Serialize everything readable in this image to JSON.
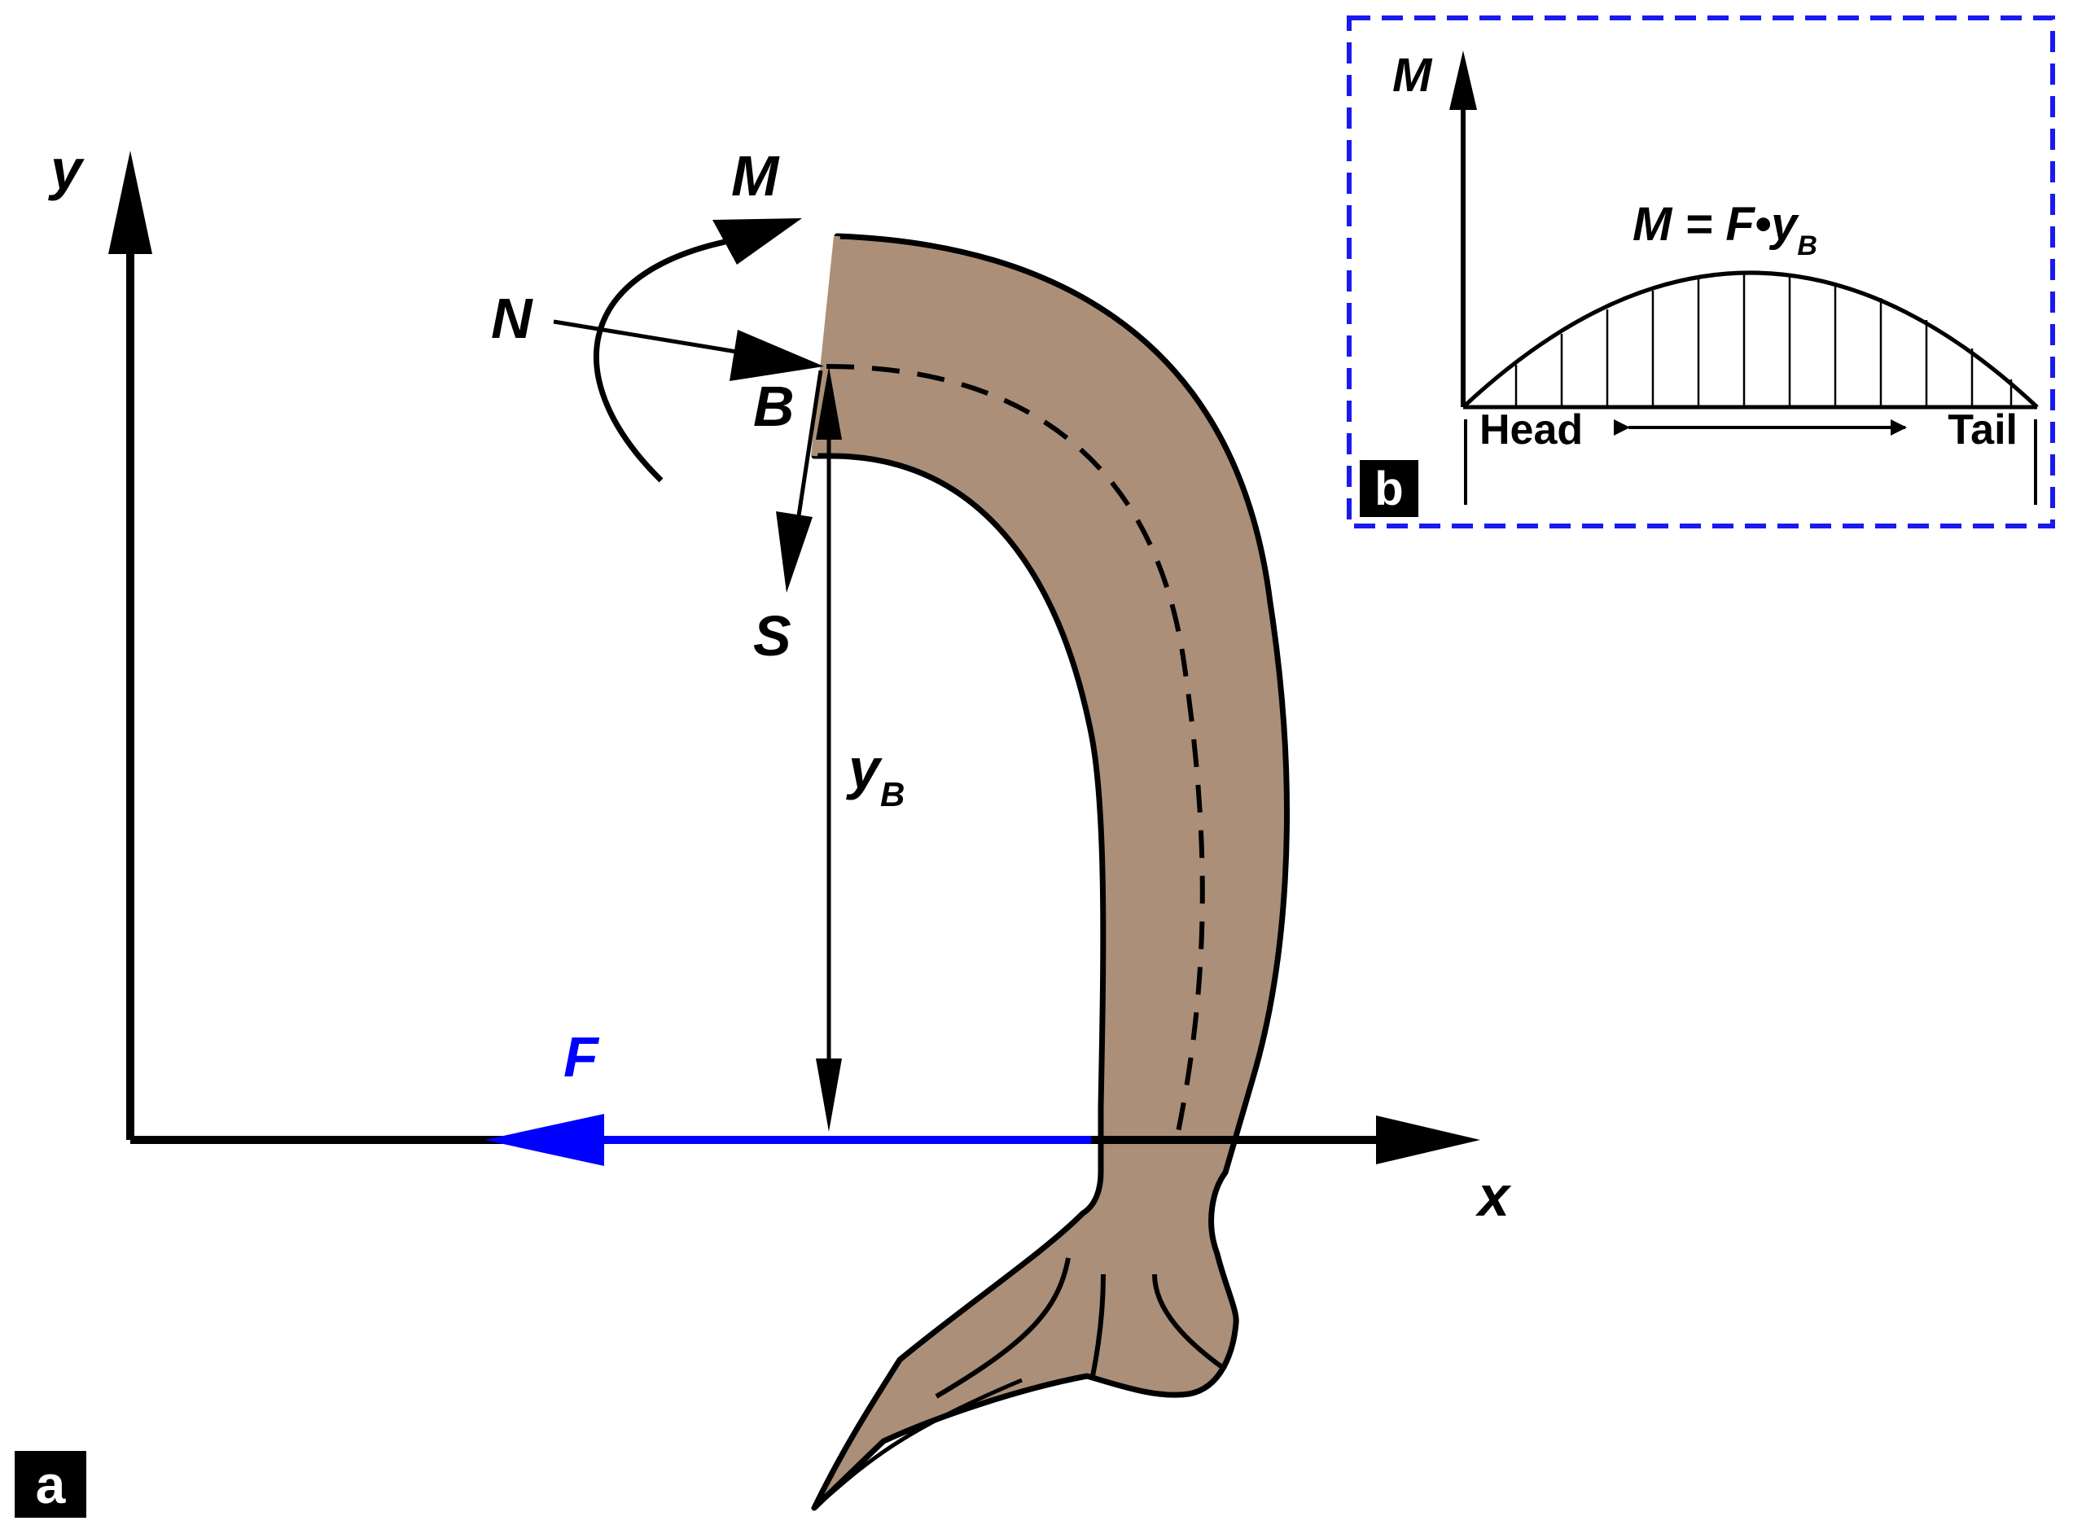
{
  "panel_a": {
    "tag": "a",
    "axis_y_label": "y",
    "axis_x_label": "x",
    "moment_label": "M",
    "normal_label": "N",
    "point_label": "B",
    "shear_label": "S",
    "height_label": "y",
    "height_label_sub": "B",
    "force_label": "F"
  },
  "panel_b": {
    "tag": "b",
    "axis_label": "M",
    "formula_main": "M = F•y",
    "formula_sub": "B",
    "left_end_label": "Head",
    "right_end_label": "Tail"
  },
  "colors": {
    "body_fill": "#ab8f78",
    "line": "#000000",
    "force": "#0000ff",
    "panel_border": "#1a1aee"
  }
}
